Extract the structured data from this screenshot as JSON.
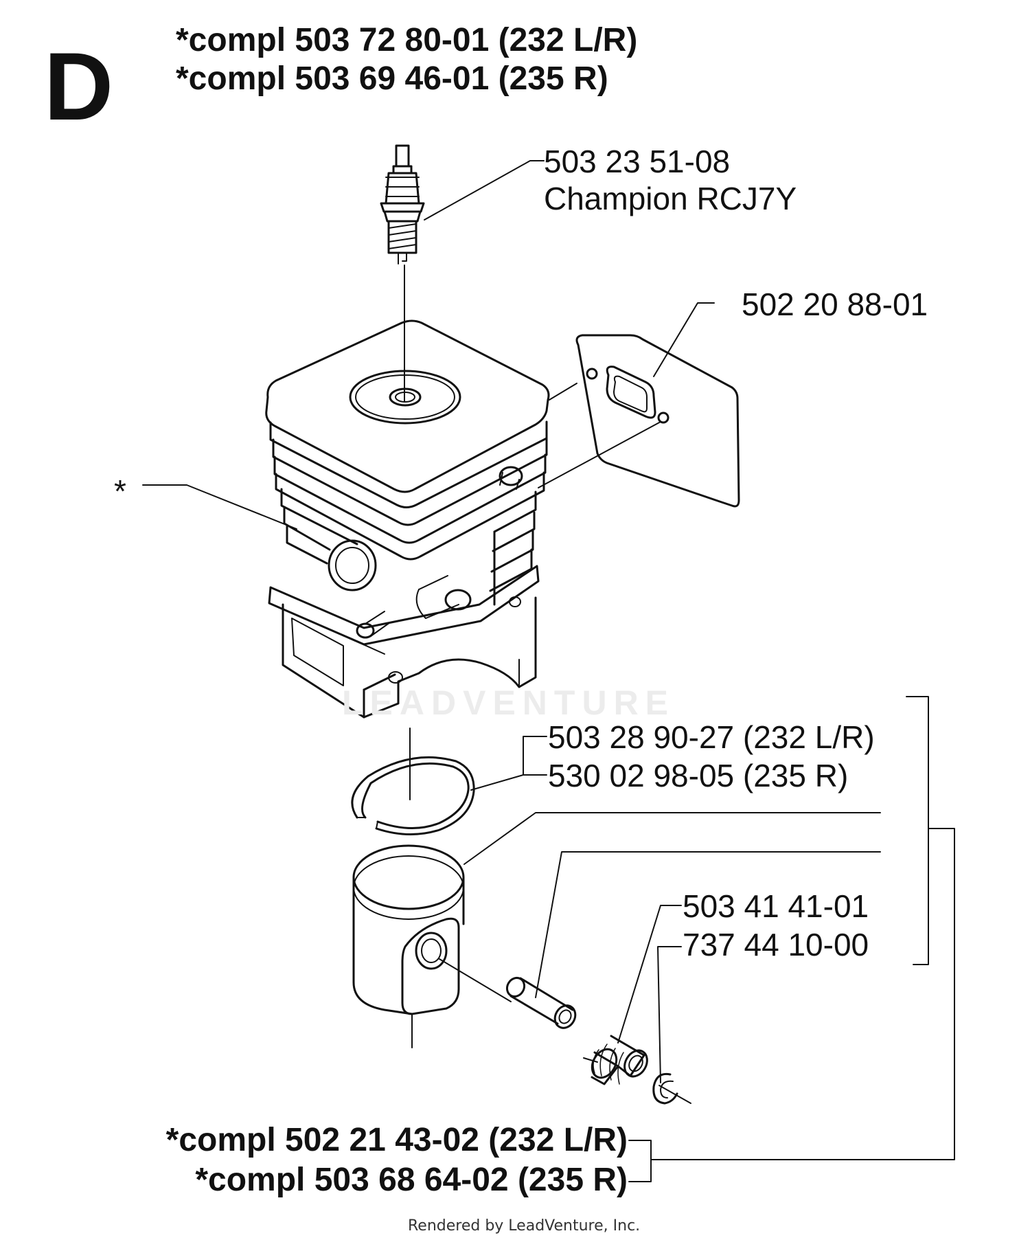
{
  "section_letter": "D",
  "header": {
    "line1": "*compl 503 72 80-01 (232 L/R)",
    "line2": "*compl 503 69 46-01 (235 R)"
  },
  "parts": {
    "spark_plug_number": "503 23 51-08",
    "spark_plug_name": "Champion RCJ7Y",
    "gasket": "502 20 88-01",
    "cylinder_marker": "*",
    "ring_232": "503 28 90-27 (232 L/R)",
    "ring_235": "530 02 98-05 (235 R)",
    "bearing": "503 41 41-01",
    "circlip": "737 44 10-00"
  },
  "footer_compl": {
    "line1": "*compl 502 21 43-02 (232 L/R)",
    "line2": "*compl 503 68 64-02 (235 R)"
  },
  "watermark": "LEADVENTURE",
  "rendered_by": "Rendered by LeadVenture, Inc."
}
